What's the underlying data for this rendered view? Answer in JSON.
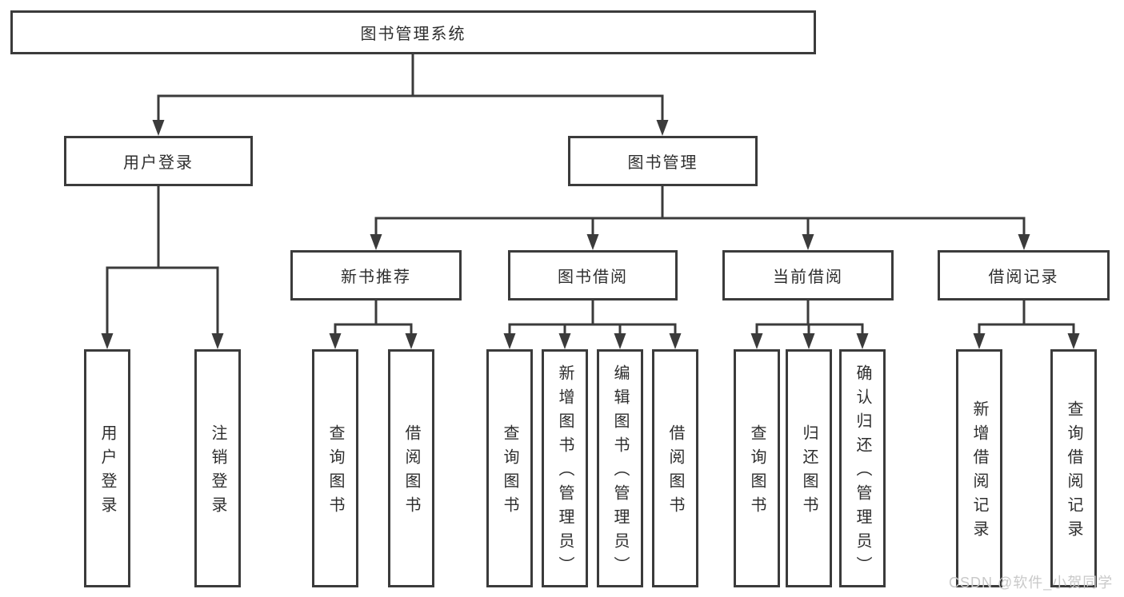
{
  "diagram": {
    "root": {
      "label": "图书管理系统",
      "children": [
        {
          "label": "用户登录",
          "children": [
            {
              "label": "用户登录"
            },
            {
              "label": "注销登录"
            }
          ]
        },
        {
          "label": "图书管理",
          "children": [
            {
              "label": "新书推荐",
              "children": [
                {
                  "label": "查询图书"
                },
                {
                  "label": "借阅图书"
                }
              ]
            },
            {
              "label": "图书借阅",
              "children": [
                {
                  "label": "查询图书"
                },
                {
                  "label": "新增图书（管理员）"
                },
                {
                  "label": "编辑图书（管理员）"
                },
                {
                  "label": "借阅图书"
                }
              ]
            },
            {
              "label": "当前借阅",
              "children": [
                {
                  "label": "查询图书"
                },
                {
                  "label": "归还图书"
                },
                {
                  "label": "确认归还（管理员）"
                }
              ]
            },
            {
              "label": "借阅记录",
              "children": [
                {
                  "label": "新增借阅记录"
                },
                {
                  "label": "查询借阅记录"
                }
              ]
            }
          ]
        }
      ]
    },
    "watermark": "CSDN @软件_小贺同学",
    "colors": {
      "line": "#3b3b3b",
      "text": "#2e2e2e",
      "watermark": "#c9c9c9",
      "background": "#ffffff"
    }
  }
}
